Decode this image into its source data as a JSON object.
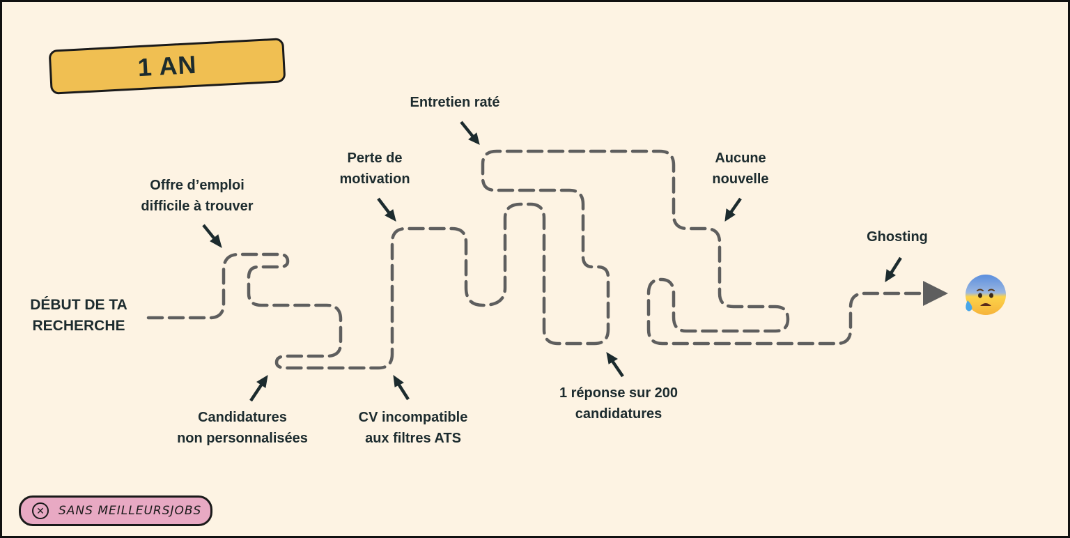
{
  "badge": {
    "label": "1 AN"
  },
  "start": {
    "line1": "DÉBUT DE TA",
    "line2": "RECHERCHE"
  },
  "obstacles": [
    {
      "line1": "Offre d’emploi",
      "line2": "difficile à trouver"
    },
    {
      "line1": "Candidatures",
      "line2": "non personnalisées"
    },
    {
      "line1": "CV incompatible",
      "line2": "aux filtres ATS"
    },
    {
      "line1": "Perte de",
      "line2": "motivation"
    },
    {
      "line1": "Entretien raté",
      "line2": ""
    },
    {
      "line1": "1 réponse sur 200",
      "line2": "candidatures"
    },
    {
      "line1": "Aucune",
      "line2": "nouvelle"
    },
    {
      "line1": "Ghosting",
      "line2": ""
    }
  ],
  "end": {
    "icon": "anxious-sweat-face-icon"
  },
  "footer": {
    "icon": "close-circle-icon",
    "label": "sans meilleursjobs"
  },
  "colors": {
    "background": "#fdf3e3",
    "badge": "#f0bf52",
    "path": "#5e5e5e",
    "arrow": "#1c2b2e",
    "footer_pill": "#e8a9c3"
  }
}
